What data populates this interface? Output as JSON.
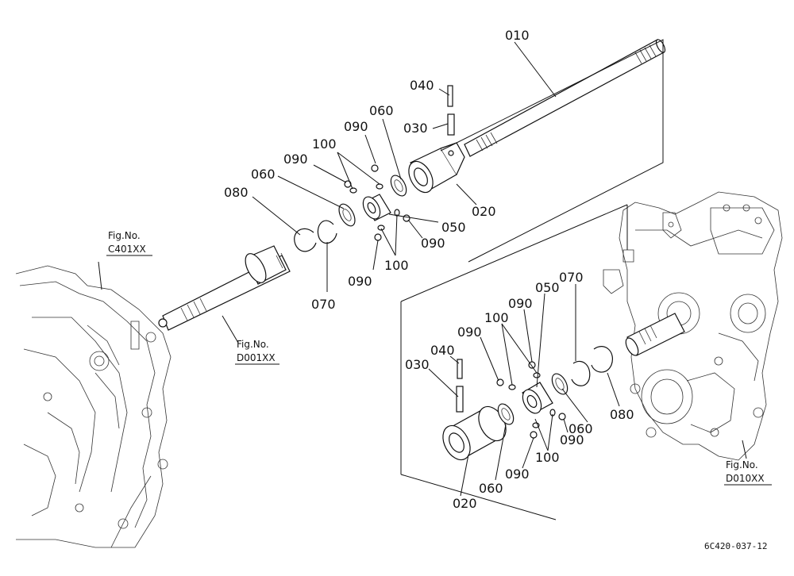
{
  "callouts": {
    "c010": "010",
    "c040_top": "040",
    "c030_top": "030",
    "c060_top_a": "060",
    "c090_top_a": "090",
    "c100_top_a": "100",
    "c090_top_b": "090",
    "c060_top_b": "060",
    "c080_top": "080",
    "c020_top": "020",
    "c050_top": "050",
    "c090_top_c": "090",
    "c100_top_b": "100",
    "c090_top_d": "090",
    "c070_top": "070",
    "c070_bot": "070",
    "c050_bot": "050",
    "c090_bot_a": "090",
    "c100_bot_a": "100",
    "c090_bot_b": "090",
    "c040_bot": "040",
    "c030_bot": "030",
    "c080_bot": "080",
    "c060_bot_a": "060",
    "c090_bot_c": "090",
    "c100_bot_b": "100",
    "c090_bot_d": "090",
    "c060_bot_b": "060",
    "c020_bot": "020"
  },
  "references": {
    "fig_c401_label": "Fig.No.",
    "fig_c401_code": "C401XX",
    "fig_d001_label": "Fig.No.",
    "fig_d001_code": "D001XX",
    "fig_d010_label": "Fig.No.",
    "fig_d010_code": "D010XX"
  },
  "drawing_code": "6C420-037-12"
}
